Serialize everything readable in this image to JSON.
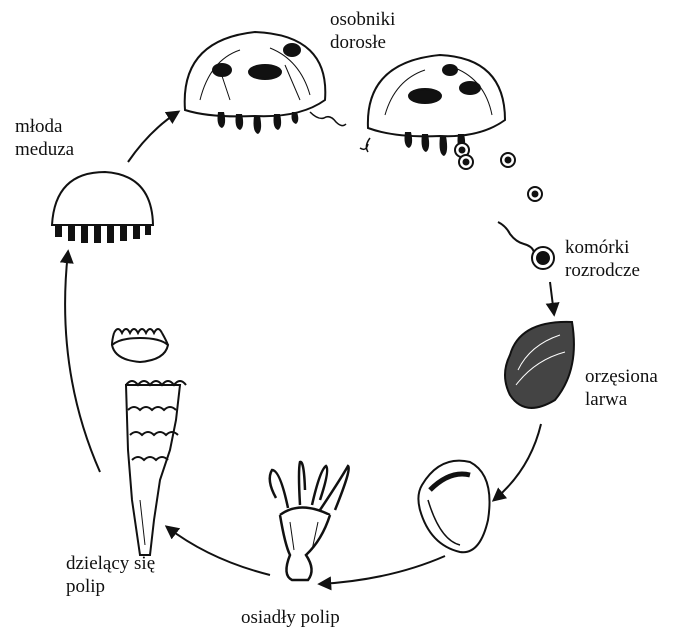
{
  "labels": {
    "adults": [
      "osobniki",
      "dorosłe"
    ],
    "gametes": [
      "komórki",
      "rozrodcze"
    ],
    "larva": [
      "orzęsiona",
      "larwa"
    ],
    "settled_polyp": [
      "osiadły polip"
    ],
    "dividing_polyp": [
      "dzielący się",
      "polip"
    ],
    "young_medusa": [
      "młoda",
      "meduza"
    ]
  }
}
